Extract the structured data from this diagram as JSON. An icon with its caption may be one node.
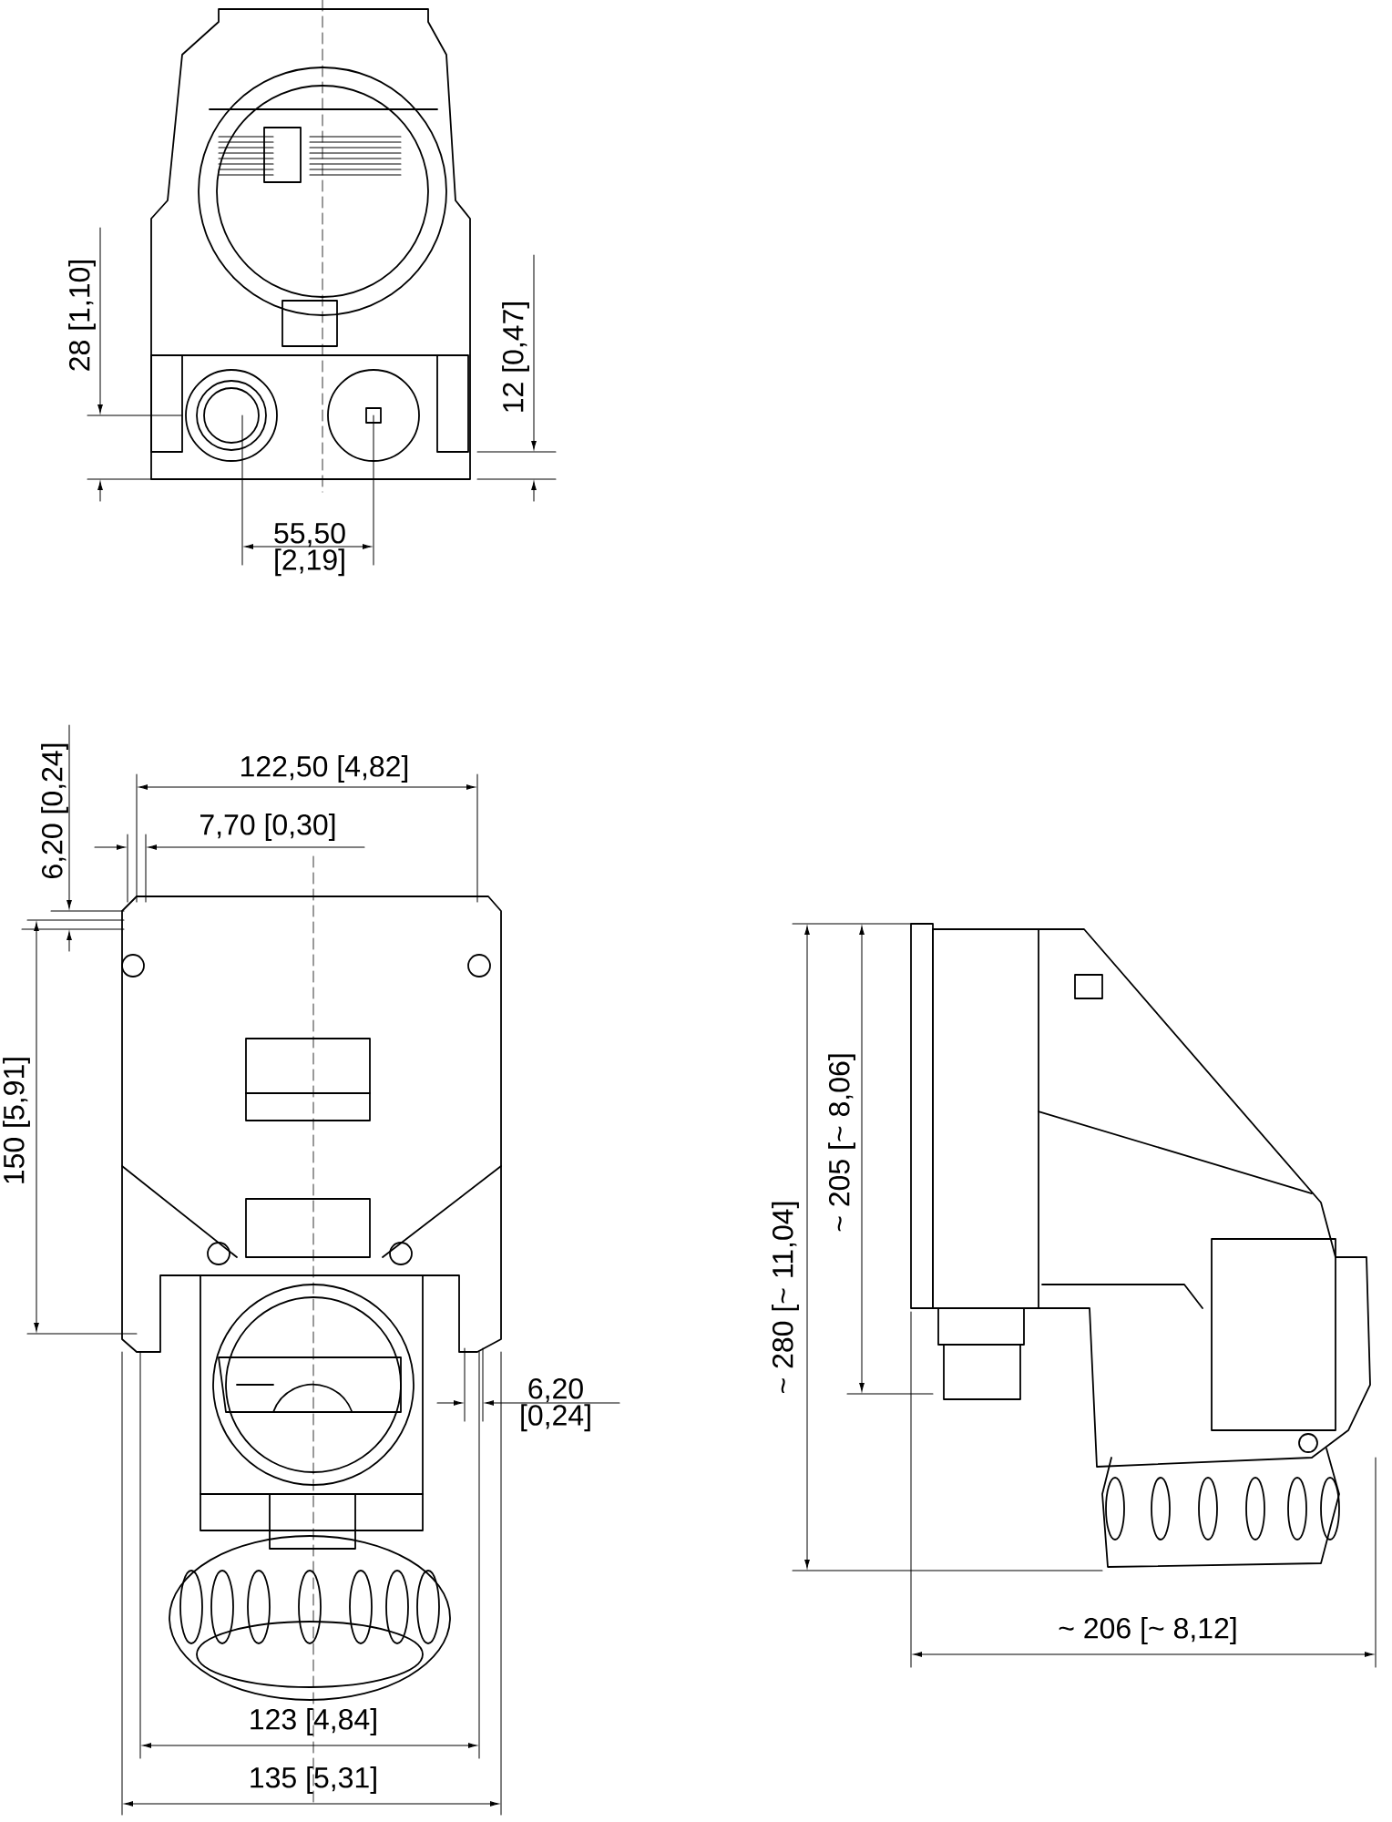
{
  "diagram": {
    "labels": [
      "28 [1,10]",
      "12 [0,47]",
      "55,50 [2,19]",
      "6,20 [0,24]",
      "122,50 [4,82]",
      "7,70 [0,30]",
      "150 [5,91]",
      "~ 280 [~ 11,04]",
      "~ 205 [~ 8,06]",
      "6,20 [0,24]",
      "~ 206 [~ 8,12]",
      "123 [4,84]",
      "135 [5,31]"
    ]
  }
}
